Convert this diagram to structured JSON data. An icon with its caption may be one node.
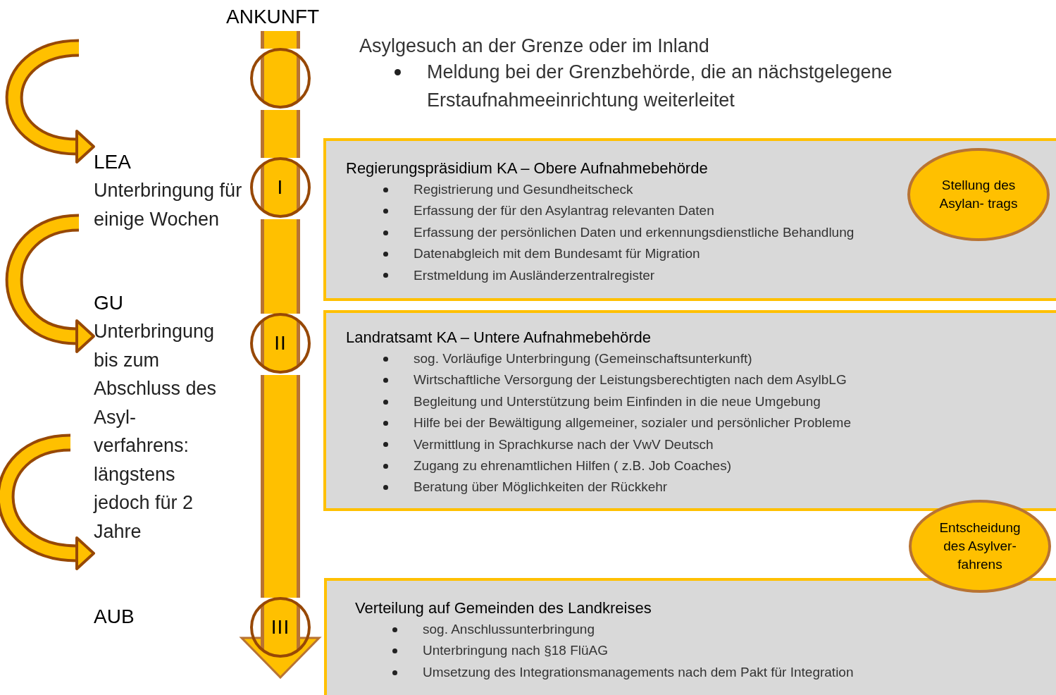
{
  "diagram": {
    "nodes": [
      {
        "text": [
          "ANKUNFT"
        ]
      },
      {
        "text": [],
        "shape": "circle"
      },
      {
        "text": [
          "LEA",
          "Unterbringung für einige Wochen"
        ]
      },
      {
        "text": [
          "I"
        ]
      },
      {
        "text": [
          "Regierungspräsidium KA – Obere Aufnahmebehörde",
          "Registrierung und Gesundheitscheck",
          "Erfassung der für den Asylantrag relevanten Daten",
          "Erfassung der persönlichen Daten und erkennungsdienstliche Behandlung",
          "Datenabgleich mit dem Bundesamt für Migration",
          "Erstmeldung im Ausländerzentralregister"
        ]
      },
      {
        "text": [
          "Stellung des Asylan- trags"
        ],
        "in": 4
      },
      {
        "text": [
          "GU",
          "Unterbringung bis zum Abschluss des Asyl- verfahrens: längstens jedoch für 2 Jahre"
        ]
      },
      {
        "text": [
          "II"
        ]
      },
      {
        "text": [
          "Landratsamt KA – Untere Aufnahmebehörde",
          "sog. Vorläufige Unterbringung (Gemeinschaftsunterkunft)",
          "Wirtschaftliche Versorgung der Leistungsberechtigten nach dem AsylbLG",
          "Begleitung und Unterstützung beim Einfinden in die neue Umgebung",
          "Hilfe bei der Bewältigung allgemeiner, sozialer und persönlicher Probleme",
          "Vermittlung in Sprachkurse nach der VwV Deutsch",
          "Zugang zu ehrenamtlichen Hilfen ( z.B. Job Coaches)",
          "Beratung über Möglichkeiten der Rückkehr"
        ]
      },
      {
        "text": [
          "Entscheidung des Asylver- fahrens"
        ]
      },
      {
        "text": [
          "AUB"
        ]
      },
      {
        "text": [
          "III"
        ]
      },
      {
        "text": [
          "Verteilung auf Gemeinden des Landkreises",
          "sog. Anschlussunterbringung",
          "Unterbringung nach §18 FlüAG",
          "Umsetzung des Integrationsmanagements nach dem Pakt für Integration"
        ]
      }
    ],
    "edges": [
      {
        "from": 0,
        "to": 1,
        "arrow": "none"
      },
      {
        "from": 1,
        "to": 3,
        "arrow": "none"
      },
      {
        "from": 3,
        "to": 7,
        "arrow": "none"
      },
      {
        "from": 7,
        "to": 11,
        "arrow": "to"
      },
      {
        "from": null,
        "to": 2,
        "arrow": "to"
      },
      {
        "from": 2,
        "to": 6,
        "arrow": "to"
      },
      {
        "from": 6,
        "to": 10,
        "arrow": "to"
      }
    ],
    "labels": [
      "Asylgesuch an der Grenze oder im Inland",
      "Meldung bei der Grenzbehörde, die an nächstgelegene Erstaufnahmeeinrichtung weiterleitet"
    ]
  }
}
